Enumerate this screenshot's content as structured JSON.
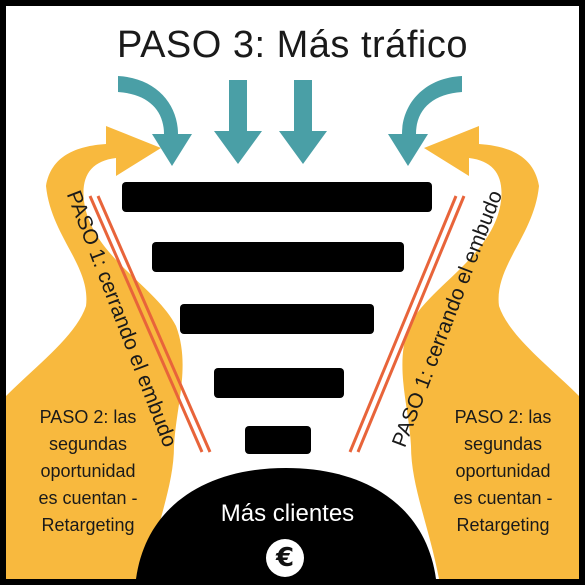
{
  "title": "PASO 3: Más tráfico",
  "paso1_left": "PASO 1: cerrando el embudo",
  "paso1_right": "PASO 1: cerrando el embudo",
  "paso2_left": [
    "PASO 2: las",
    "segundas",
    "oportunidad",
    "es cuentan -",
    "Retargeting"
  ],
  "paso2_right": [
    "PASO 2: las",
    "segundas",
    "oportunidad",
    "es cuentan -",
    "Retargeting"
  ],
  "bottom_label": "Más clientes",
  "bottom_icon": "€",
  "colors": {
    "background": "#ffffff",
    "frame": "#000000",
    "teal_arrow": "#4a9fa6",
    "yellow": "#f8b93e",
    "orange_line": "#e8643a",
    "funnel_bar": "#000000"
  },
  "icons": [
    "down-arrow-icon",
    "curved-arrow-icon",
    "euro-icon"
  ],
  "funnel_levels": 5
}
